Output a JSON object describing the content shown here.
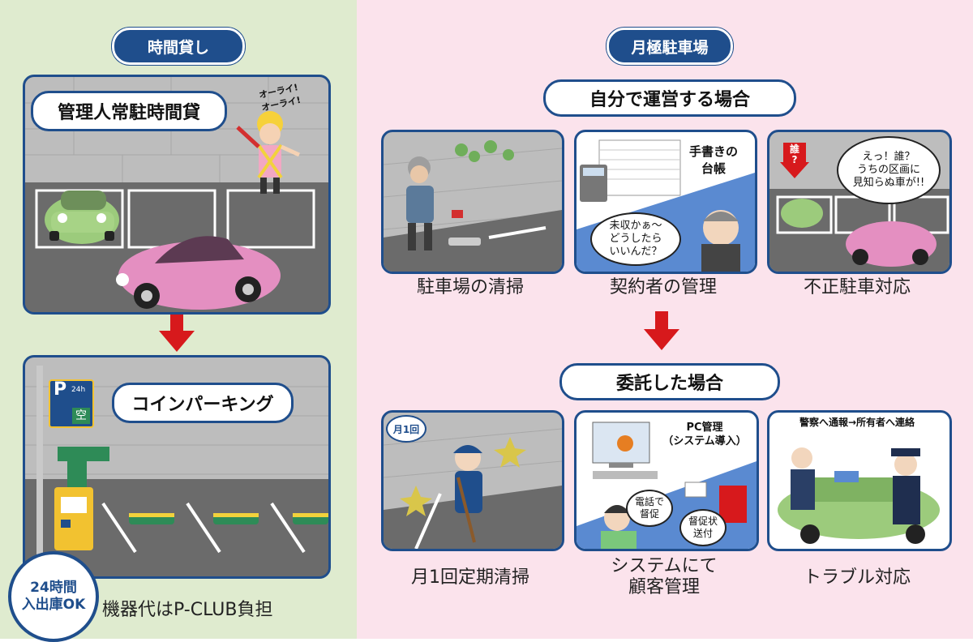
{
  "left": {
    "section_title": "時間貸し",
    "panel1": {
      "title": "管理人常駐時間貸",
      "shout": "オーライ!\nオーライ!"
    },
    "panel2": {
      "title": "コインパーキング",
      "sign_p": "P",
      "sign_24h": "24h",
      "sign_vacant": "空"
    },
    "badge": {
      "line1": "24時間",
      "line2": "入出庫OK"
    },
    "equipment_note": "機器代はP-CLUB負担"
  },
  "right": {
    "section_title": "月極駐車場",
    "self": {
      "heading": "自分で運営する場合",
      "cards": [
        {
          "caption": "駐車場の清掃"
        },
        {
          "caption": "契約者の管理",
          "ledger": "手書きの\n台帳",
          "speech": "未収かぁ～\nどうしたら\nいいんだ？"
        },
        {
          "caption": "不正駐車対応",
          "tag": "誰\n?",
          "speech": "えっ！誰？\nうちの区画に\n見知らぬ車が!!"
        }
      ]
    },
    "outsourced": {
      "heading": "委託した場合",
      "cards": [
        {
          "caption": "月1回定期清掃",
          "tag": "月1回"
        },
        {
          "caption_line1": "システムにて",
          "caption_line2": "顧客管理",
          "pc_label": "PC管理\n（システム導入）",
          "call": "電話で\n督促",
          "mail": "督促状\n送付"
        },
        {
          "caption": "トラブル対応",
          "flow": "警察へ通報→所有者へ連絡"
        }
      ]
    }
  },
  "colors": {
    "navy": "#1f4e8c",
    "arrow_red": "#d7191c",
    "left_bg": "#dfebcf",
    "right_bg": "#fbe3ec"
  }
}
